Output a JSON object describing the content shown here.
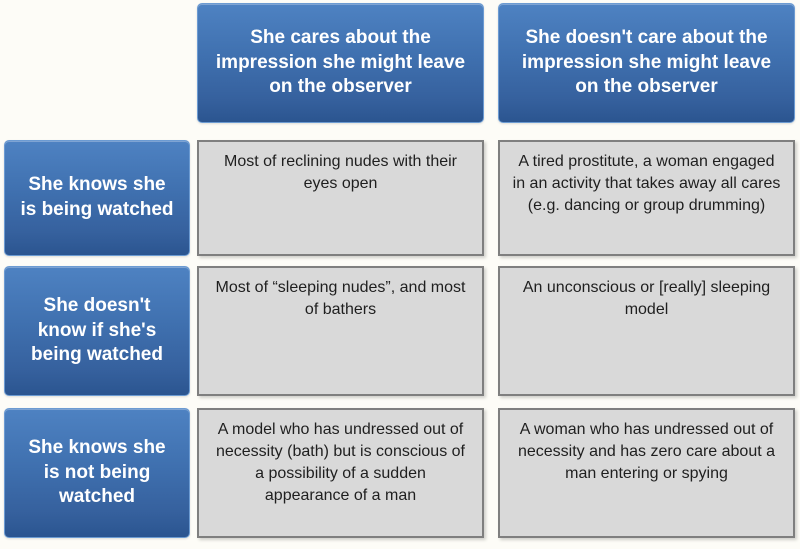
{
  "matrix": {
    "column_headers": [
      {
        "label": "She cares about the impression she might leave on the observer"
      },
      {
        "label": "She doesn't care about the impression she might leave on the observer"
      }
    ],
    "row_headers": [
      {
        "label": "She knows she is being watched"
      },
      {
        "label": "She doesn't know if she's being watched"
      },
      {
        "label": "She knows she is not being watched"
      }
    ],
    "cells": [
      {
        "cares": "Most of reclining nudes with their eyes open",
        "doesnt_care": "A tired prostitute, a woman engaged in an activity that takes away all cares (e.g. dancing or group drumming)"
      },
      {
        "cares": "Most of “sleeping nudes”, and most of bathers",
        "doesnt_care": "An unconscious or [really] sleeping model"
      },
      {
        "cares": "A model who has undressed out of necessity (bath) but is conscious of a possibility of a sudden appearance of a man",
        "doesnt_care": "A woman who has undressed out of necessity and has zero care about a man entering or spying"
      }
    ]
  },
  "colors": {
    "header_fill_top": "#4e82c2",
    "header_fill_bottom": "#2b5590",
    "header_border": "#6c9bd2",
    "header_text": "#ffffff",
    "cell_fill": "#d9d9d9",
    "cell_border": "#7f7f7f",
    "cell_text": "#1f1f1f",
    "page_background": "#fdfcf7"
  }
}
